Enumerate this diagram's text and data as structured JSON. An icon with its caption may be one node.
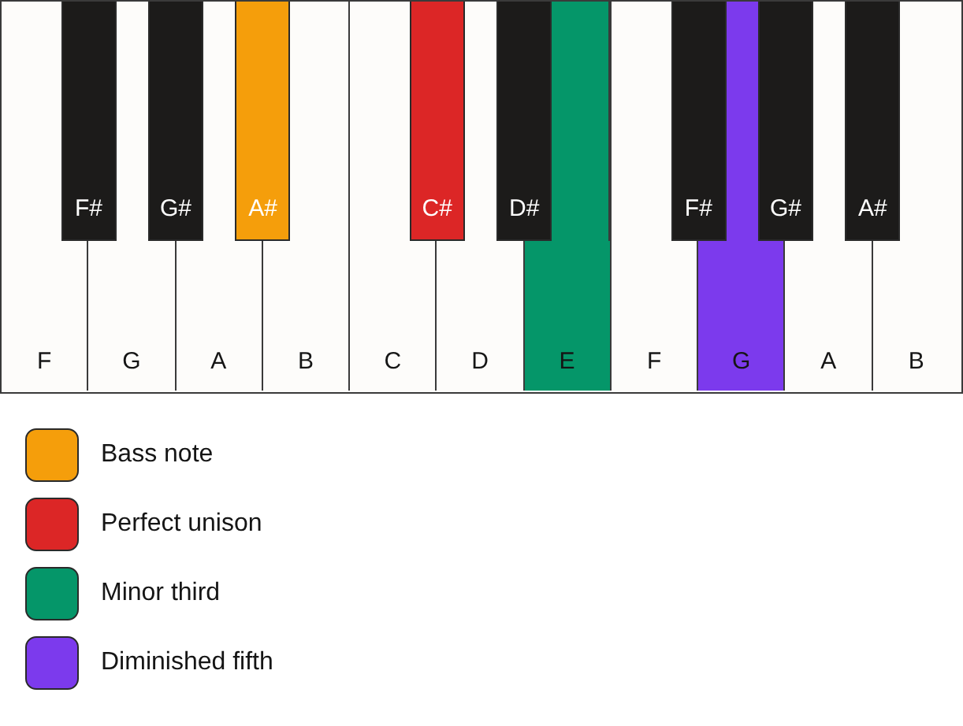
{
  "diagram": {
    "nodes": [
      {
        "text": [
          "F"
        ]
      },
      {
        "text": [
          "F#"
        ]
      },
      {
        "text": [
          "G"
        ]
      },
      {
        "text": [
          "G#"
        ]
      },
      {
        "text": [
          "A"
        ]
      },
      {
        "text": [
          "A#"
        ]
      },
      {
        "text": [
          "B"
        ]
      },
      {
        "text": [
          "C"
        ]
      },
      {
        "text": [
          "C#"
        ]
      },
      {
        "text": [
          "D"
        ]
      },
      {
        "text": [
          "D#"
        ]
      },
      {
        "text": [
          "E"
        ]
      },
      {
        "text": [
          "F"
        ]
      },
      {
        "text": [
          "F#"
        ]
      },
      {
        "text": [
          "G"
        ]
      },
      {
        "text": [
          "G#"
        ]
      },
      {
        "text": [
          "A"
        ]
      },
      {
        "text": [
          "A#"
        ]
      },
      {
        "text": [
          "B"
        ]
      }
    ],
    "legend": [
      {
        "text": "Bass note",
        "color": "#f59e0b"
      },
      {
        "text": "Perfect unison",
        "color": "#dc2626"
      },
      {
        "text": "Minor third",
        "color": "#059669"
      },
      {
        "text": "Diminished fifth",
        "color": "#7c3aed"
      }
    ]
  }
}
